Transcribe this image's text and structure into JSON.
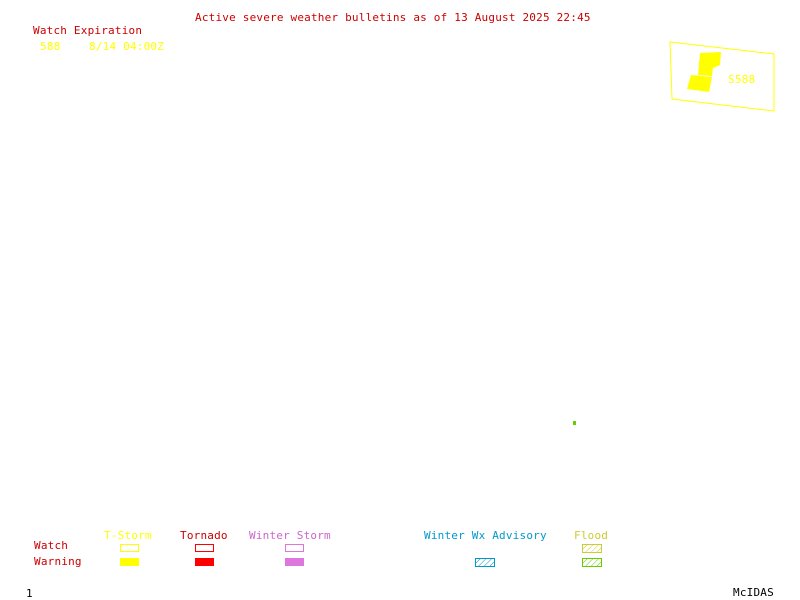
{
  "header": {
    "title": "Active severe weather bulletins as of 13 August 2025 22:45"
  },
  "watch_expiration": {
    "heading": "Watch Expiration",
    "rows": [
      {
        "id": "588",
        "time": "8/14 04:00Z"
      }
    ]
  },
  "map": {
    "watch_box_label": "S588",
    "watch_color": "#ffff00",
    "flood_color": "#66cc00"
  },
  "legend": {
    "row_labels": {
      "watch": "Watch",
      "warning": "Warning"
    },
    "categories": [
      {
        "label": "T-Storm",
        "color": "#ffff00",
        "watch": "outline",
        "warning": "solid"
      },
      {
        "label": "Tornado",
        "color": "#ff0000",
        "watch": "outline",
        "warning": "solid"
      },
      {
        "label": "Winter Storm",
        "color": "#dd77dd",
        "watch": "outline",
        "warning": "solid"
      },
      {
        "label": "Winter Wx Advisory",
        "color": "#0099cc",
        "watch": "none",
        "warning": "hatched"
      },
      {
        "label": "Flood",
        "color": "#cccc33",
        "watch": "hatched",
        "warning": "hatched"
      }
    ]
  },
  "footer": {
    "frame_number": "1",
    "software": "McIDAS"
  }
}
